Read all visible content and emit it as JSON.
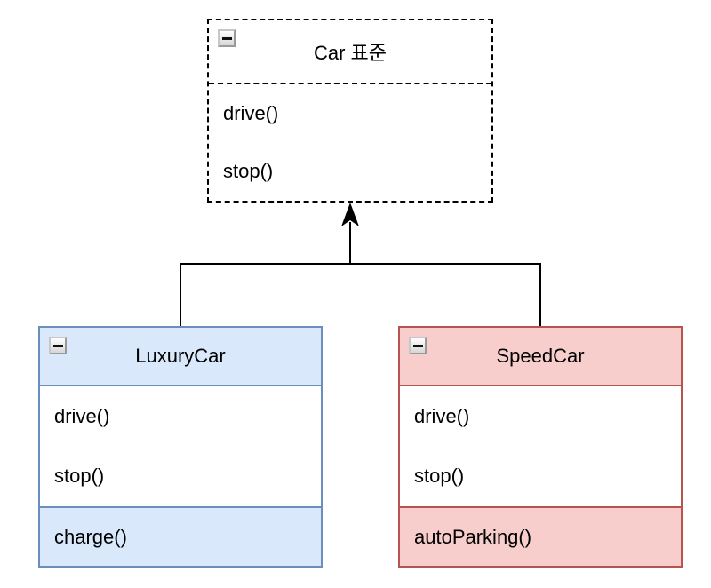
{
  "colors": {
    "canvas-bg": "#ffffff",
    "line": "#000000",
    "text": "#000000",
    "blue-fill": "#dae8fc",
    "blue-border": "#6c8ebf",
    "red-fill": "#f8cecc",
    "red-border": "#b85450"
  },
  "diagram": {
    "parent": {
      "title": "Car 표준",
      "collapse_icon": "minus",
      "methods": [
        "drive()",
        "stop()"
      ]
    },
    "children": [
      {
        "title": "LuxuryCar",
        "collapse_icon": "minus",
        "methods": [
          "drive()",
          "stop()"
        ],
        "extra_method": "charge()"
      },
      {
        "title": "SpeedCar",
        "collapse_icon": "minus",
        "methods": [
          "drive()",
          "stop()"
        ],
        "extra_method": "autoParking()"
      }
    ]
  }
}
